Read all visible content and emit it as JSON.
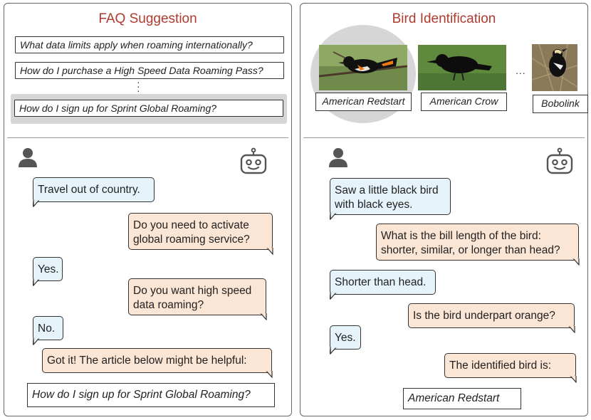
{
  "faq_panel": {
    "title": "FAQ Suggestion",
    "suggestions": [
      "What data limits apply when roaming internationally?",
      "How do I purchase a High Speed Data Roaming Pass?",
      "How do I sign up for Sprint Global Roaming?"
    ],
    "conversation": {
      "user_1": "Travel out of country.",
      "bot_1": [
        "Do you need to activate",
        "global roaming service?"
      ],
      "user_2": "Yes.",
      "bot_2": [
        "Do you want high speed",
        "data roaming?"
      ],
      "user_3": "No.",
      "bot_3": "Got it! The article below might be helpful:",
      "answer": "How do I sign up for Sprint Global Roaming?"
    }
  },
  "bird_panel": {
    "title": "Bird Identification",
    "candidates": [
      "American Redstart",
      "American Crow",
      "...",
      "Bobolink"
    ],
    "conversation": {
      "user_1": [
        "Saw a little black bird",
        "with black eyes."
      ],
      "bot_1": [
        "What is the bill length of the bird:",
        "shorter, similar, or longer than head?"
      ],
      "user_2": "Shorter than head.",
      "bot_2": "Is the bird underpart orange?",
      "user_3": "Yes.",
      "bot_3": "The identified bird is:",
      "answer": "American Redstart"
    }
  },
  "colors": {
    "title_red": "#b03a2e",
    "user_bubble": "#e6f3fb",
    "bot_bubble": "#fbe5d4",
    "highlight_gray": "#d6d6d6"
  },
  "icons": {
    "user": "user-icon",
    "bot": "robot-icon"
  }
}
